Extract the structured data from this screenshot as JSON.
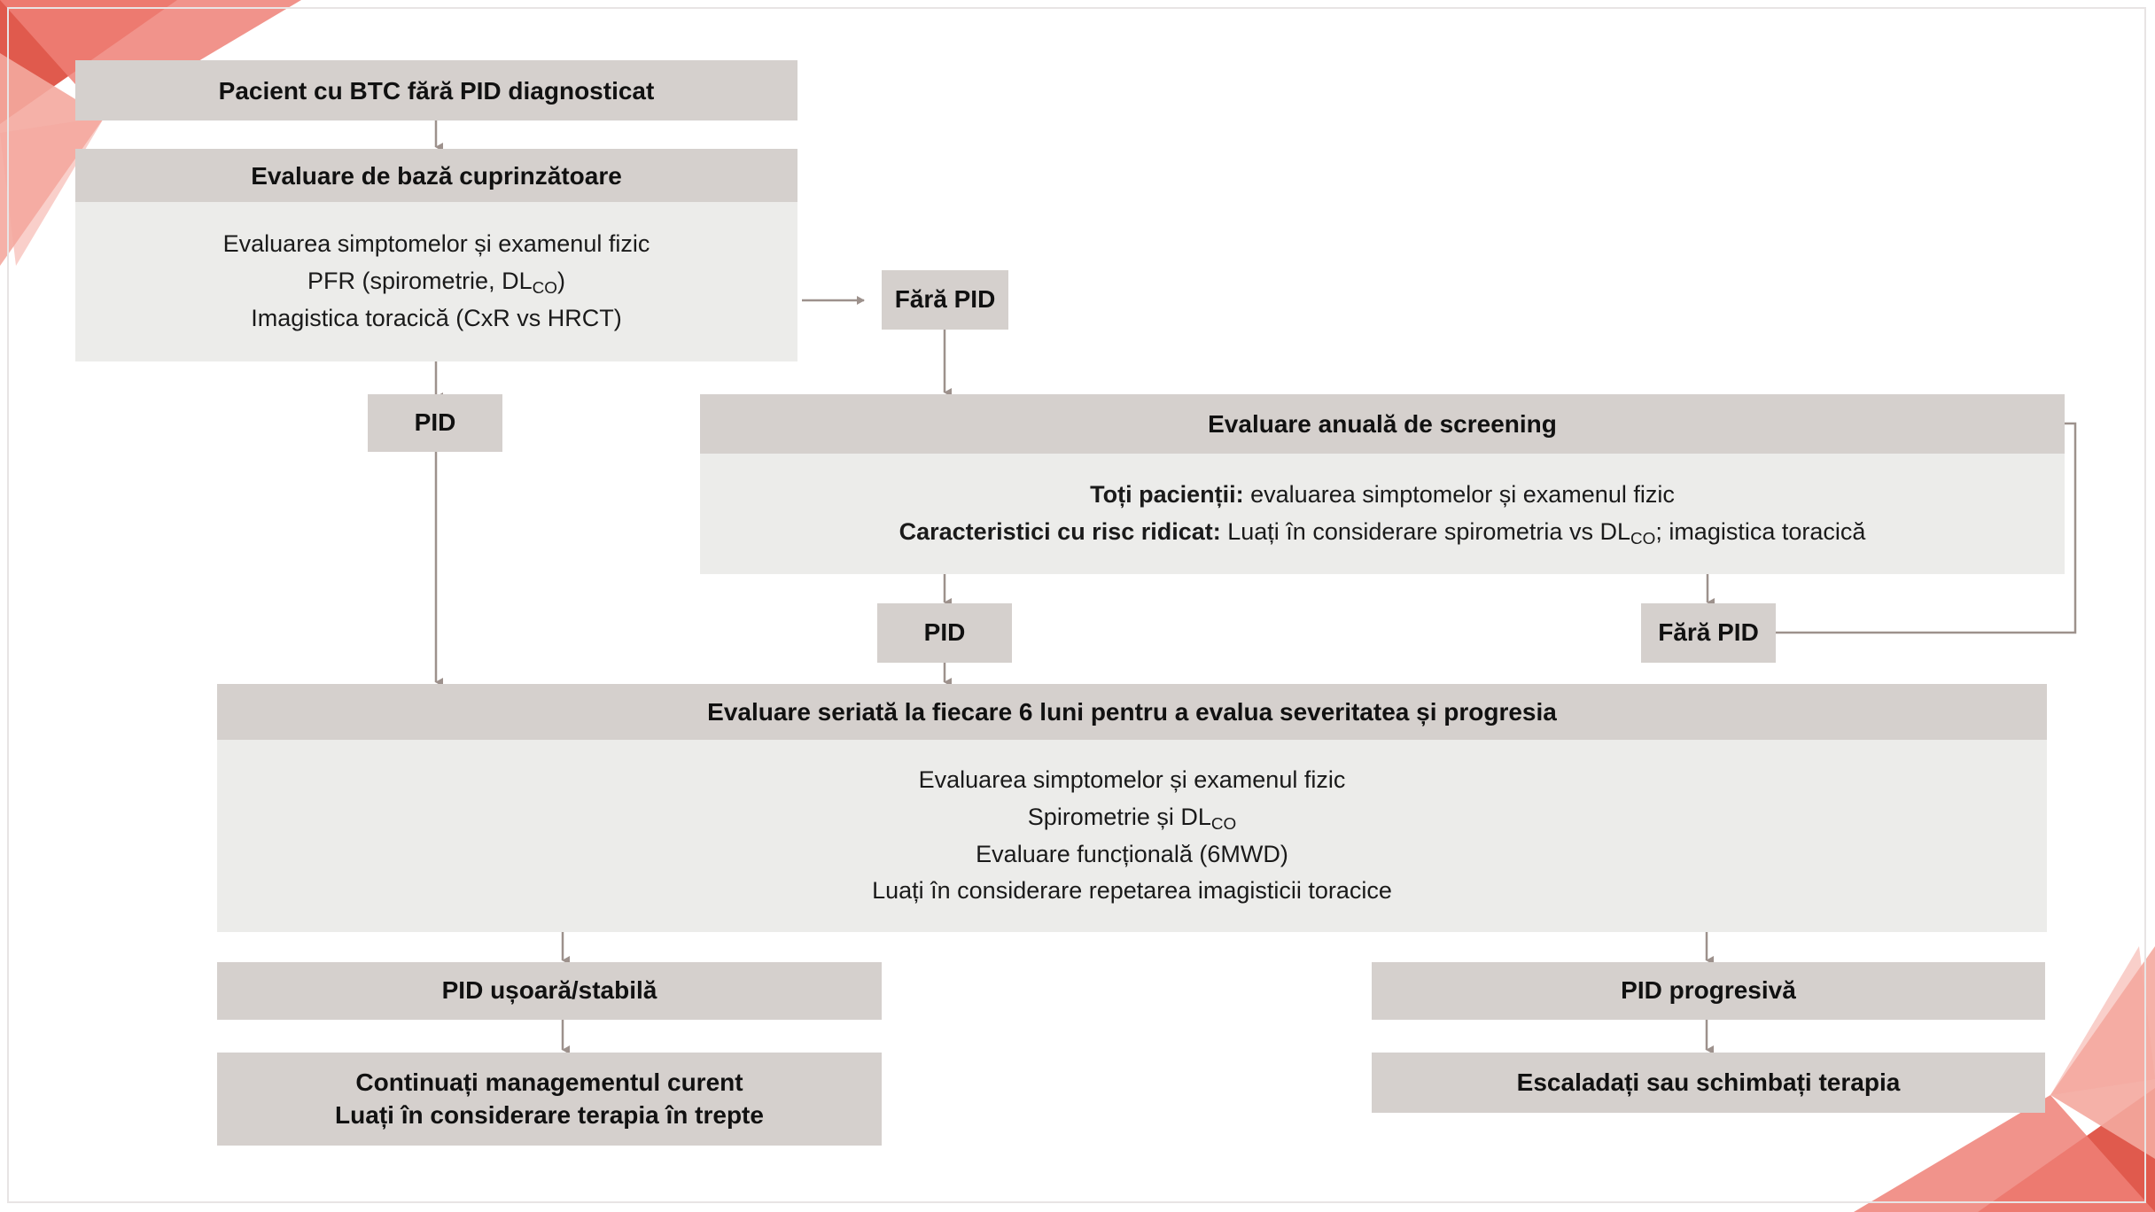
{
  "diagram": {
    "title_hidden": "",
    "colors": {
      "header_fill": "#d5d0cd",
      "body_fill": "#ececea",
      "connector": "#9d918c",
      "text": "#111111",
      "accent_red_dark": "#e05a4d",
      "accent_red_mid": "#ef8077",
      "accent_red_light": "#f4a89f",
      "page_border": "#e8e4e4"
    }
  },
  "nodes": {
    "patient": {
      "header": "Pacient cu BTC fără PID diagnosticat"
    },
    "baseline": {
      "header": "Evaluare de bază cuprinzătoare",
      "body_lines": [
        "Evaluarea simptomelor și examenul fizic",
        "PFR (spirometrie, DLCO)",
        "Imagistica toracică (CxR vs HRCT)"
      ],
      "body_line2_pre": "PFR (spirometrie, DL",
      "body_line2_sub": "CO",
      "body_line2_post": ")"
    },
    "no_ild_1": {
      "label": "Fără PID"
    },
    "ild_1": {
      "label": "PID"
    },
    "annual": {
      "header": "Evaluare anuală de screening",
      "line1_lead": "Toți pacienții:",
      "line1_rest": " evaluarea simptomelor și examenul fizic",
      "line2_lead": "Caracteristici cu risc ridicat:",
      "line2_rest_pre": " Luați în considerare spirometria vs DL",
      "line2_sub": "CO",
      "line2_rest_post": "; imagistica toracică"
    },
    "ild_2": {
      "label": "PID"
    },
    "no_ild_2": {
      "label": "Fără PID"
    },
    "serial": {
      "header": "Evaluare seriată la fiecare 6 luni pentru a evalua severitatea și progresia",
      "body_lines": [
        "Evaluarea simptomelor și examenul fizic",
        "Spirometrie și DLCO",
        "Evaluare funcțională (6MWD)",
        "Luați în considerare repetarea imagisticii toracice"
      ],
      "body_line2_pre": "Spirometrie și DL",
      "body_line2_sub": "CO",
      "body_line2_post": ""
    },
    "mild": {
      "label": "PID ușoară/stabilă"
    },
    "continue": {
      "line1": "Continuați managementul curent",
      "line2": "Luați în considerare terapia în trepte"
    },
    "progressive": {
      "label": "PID progresivă"
    },
    "escalate": {
      "label": "Escaladați sau schimbați terapia"
    }
  },
  "edges": [
    {
      "name": "patient-to-baseline",
      "kind": "arrow-down"
    },
    {
      "name": "baseline-to-no-ild-1",
      "kind": "arrow-right"
    },
    {
      "name": "baseline-to-ild-1",
      "kind": "arrow-down"
    },
    {
      "name": "no-ild-1-to-annual",
      "kind": "arrow-down"
    },
    {
      "name": "annual-to-ild-2",
      "kind": "arrow-down"
    },
    {
      "name": "annual-to-no-ild-2",
      "kind": "arrow-down"
    },
    {
      "name": "no-ild-2-loop-back-to-annual",
      "kind": "elbow-arrow-left"
    },
    {
      "name": "ild-1-to-serial",
      "kind": "arrow-down"
    },
    {
      "name": "ild-2-to-serial",
      "kind": "arrow-down"
    },
    {
      "name": "serial-to-mild",
      "kind": "arrow-down"
    },
    {
      "name": "serial-to-progressive",
      "kind": "arrow-down"
    },
    {
      "name": "mild-to-continue",
      "kind": "arrow-down"
    },
    {
      "name": "progressive-to-escalate",
      "kind": "arrow-down"
    }
  ]
}
